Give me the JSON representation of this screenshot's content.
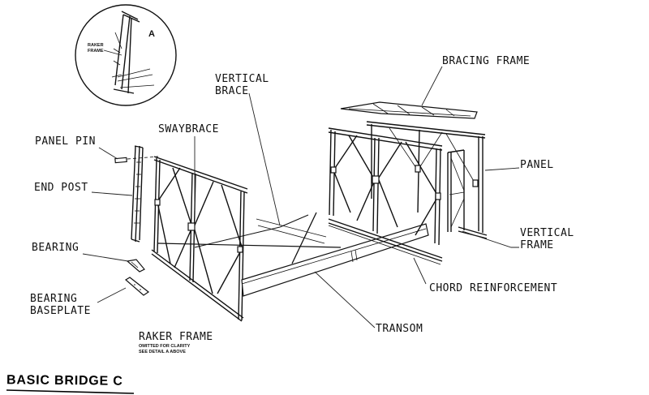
{
  "title": "BASIC BRIDGE C",
  "detail": {
    "letter": "A",
    "label_line1": "RAKER",
    "label_line2": "FRAME"
  },
  "labels": {
    "bracing_frame": "BRACING FRAME",
    "vertical_brace_line1": "VERTICAL",
    "vertical_brace_line2": "BRACE",
    "swaybrace": "SWAYBRACE",
    "panel_pin": "PANEL PIN",
    "end_post": "END POST",
    "bearing": "BEARING",
    "bearing_baseplate_line1": "BEARING",
    "bearing_baseplate_line2": "BASEPLATE",
    "panel": "PANEL",
    "vertical_frame_line1": "VERTICAL",
    "vertical_frame_line2": "FRAME",
    "chord_reinforcement": "CHORD REINFORCEMENT",
    "transom": "TRANSOM",
    "raker_frame": "RAKER FRAME",
    "raker_note_line1": "OMITTED FOR CLARITY",
    "raker_note_line2": "SEE DETAIL A ABOVE"
  }
}
